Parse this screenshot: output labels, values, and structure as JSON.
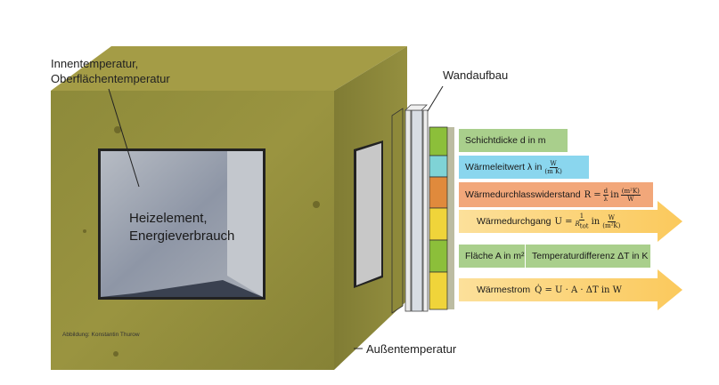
{
  "labels": {
    "inner_temperature_line1": "Innentemperatur,",
    "inner_temperature_line2": "Oberflächentemperatur",
    "heater_line1": "Heizelement,",
    "heater_line2": "Energieverbrauch",
    "wall_construction": "Wandaufbau",
    "outside_temperature": "Außentemperatur",
    "credit": "Abbildung: Konstantin Thurow"
  },
  "boxes": {
    "layer_thickness": {
      "text": "Schichtdicke d in m",
      "color": "#a9cf8c"
    },
    "thermal_conductivity": {
      "prefix": "Wärmeleitwert λ in",
      "num": "W",
      "den": "(m K)",
      "color": "#8ad6ee"
    },
    "thermal_resistance": {
      "prefix": "Wärmedurchlasswiderstand",
      "formula": "R =",
      "num1": "d",
      "den1": "λ",
      "mid": "in",
      "num2": "(m²K)",
      "den2": "W",
      "color": "#f2a77a"
    },
    "u_value": {
      "prefix": "Wärmedurchgang",
      "formula": "U =",
      "num1": "1",
      "den1": "R",
      "den1_sub": "tot",
      "mid": "in",
      "num2": "W",
      "den2": "(m²K)",
      "color": "#fdd27a"
    },
    "area": {
      "text": "Fläche A in m²",
      "color": "#a9cf8c"
    },
    "temperature_difference": {
      "text": "Temperaturdifferenz  ΔT in K",
      "color": "#a9cf8c"
    },
    "heat_flow": {
      "prefix": "Wärmestrom",
      "formula": "Q̇ = U · A · ΔT in W",
      "color": "#fdd27a"
    }
  }
}
